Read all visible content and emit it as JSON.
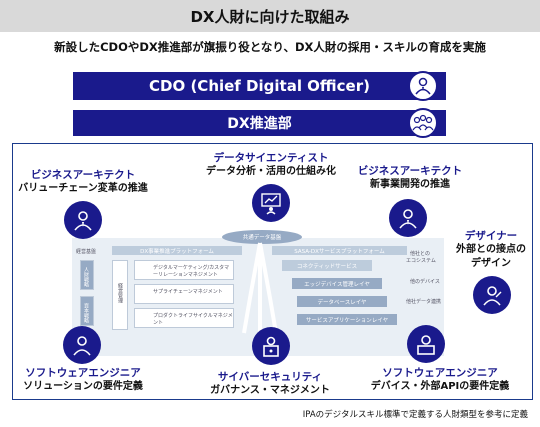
{
  "header": {
    "title": "DX人財に向けた取組み",
    "subtitle": "新設したCDOやDX推進部が旗振り役となり、DX人財の採用・スキルの育成を実施"
  },
  "org": {
    "cdo_label": "CDO (Chief Digital Officer)",
    "dx_label": "DX推進部"
  },
  "roles": [
    {
      "title": "ビジネスアーキテクト",
      "desc": "バリューチェーン変革の推進",
      "icon": "business-person-icon"
    },
    {
      "title": "データサイエンティスト",
      "desc": "データ分析・活用の仕組み化",
      "icon": "chart-analyst-icon"
    },
    {
      "title": "ビジネスアーキテクト",
      "desc": "新事業開発の推進",
      "icon": "business-person-icon"
    },
    {
      "title": "デザイナー",
      "desc": "外部との接点のデザイン",
      "icon": "designer-icon"
    },
    {
      "title": "ソフトウェアエンジニア",
      "desc": "ソリューションの要件定義",
      "icon": "engineer-icon"
    },
    {
      "title": "サイバーセキュリティ",
      "desc": "ガバナンス・マネジメント",
      "icon": "security-icon"
    },
    {
      "title": "ソフトウェアエンジニア",
      "desc": "デバイス・外部APIの要件定義",
      "icon": "developer-icon"
    }
  ],
  "platform": {
    "top_label": "共通データ基盤",
    "left_title": "DX事業推進プラットフォーム",
    "right_title": "SASA-DXサービスプラットフォーム",
    "side_labels": [
      "経営基盤",
      "人財戦略",
      "資本戦略"
    ],
    "left_items": [
      "デジタルマーケティング/カスタマーリレーションマネジメント",
      "サプライチェーンマネジメント",
      "プロダクトライフサイクルマネジメント"
    ],
    "left_column_label": "経営管理",
    "right_items": [
      "コネクティッドサービス",
      "エッジデバイス管理レイヤ",
      "データベースレイヤ",
      "サービスアプリケーションレイヤ"
    ],
    "right_side_labels": [
      "他社との",
      "エコシステム",
      "他のデバイス",
      "他社データ連携"
    ]
  },
  "footer": {
    "caption": "IPAのデジタルスキル標準で定義する人財類型を参考に定義"
  },
  "colors": {
    "navy": "#1a1a8c",
    "title_bg": "#d9d9d9",
    "frame": "#1a3a8c",
    "platform_bg": "#e8eef5"
  }
}
